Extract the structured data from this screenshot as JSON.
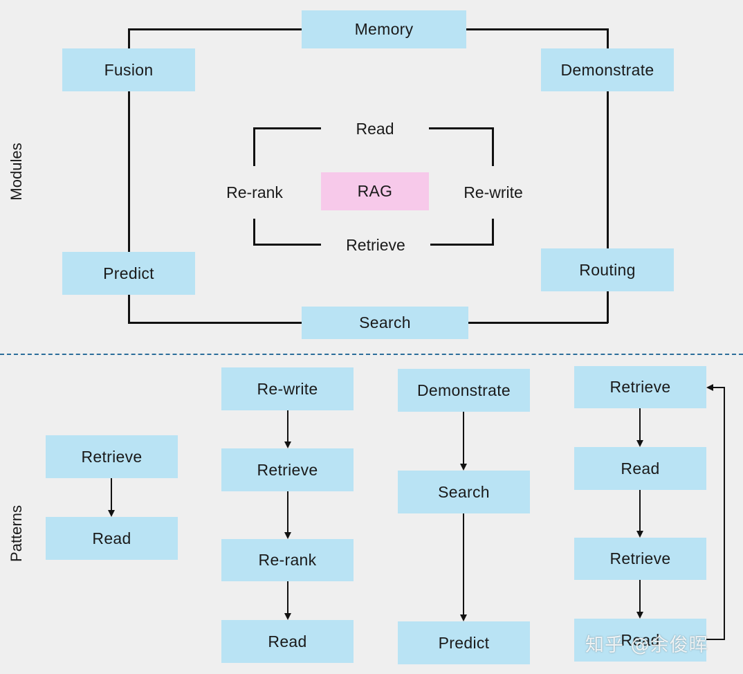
{
  "section_labels": {
    "modules": "Modules",
    "patterns": "Patterns"
  },
  "modules": {
    "outer": {
      "memory": "Memory",
      "fusion": "Fusion",
      "demonstrate": "Demonstrate",
      "predict": "Predict",
      "routing": "Routing",
      "search": "Search"
    },
    "inner": {
      "read": "Read",
      "re_rank": "Re-rank",
      "rag": "RAG",
      "re_write": "Re-write",
      "retrieve": "Retrieve"
    }
  },
  "patterns": {
    "col1": [
      "Retrieve",
      "Read"
    ],
    "col2": [
      "Re-write",
      "Retrieve",
      "Re-rank",
      "Read"
    ],
    "col3": [
      "Demonstrate",
      "Search",
      "Predict"
    ],
    "col4": [
      "Retrieve",
      "Read",
      "Retrieve",
      "Read"
    ]
  },
  "watermark": "知乎 @余俊晖",
  "colors": {
    "box": "#b9e3f4",
    "rag": "#f7c9ea",
    "divider": "#2a6d9a",
    "background": "#efefef"
  }
}
